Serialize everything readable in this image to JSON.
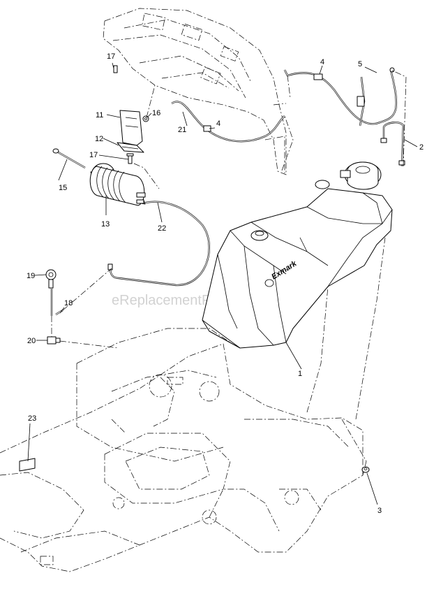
{
  "watermark": "eReplacementParts.com",
  "brand_on_tank": "Exmark",
  "callouts": {
    "c1": "1",
    "c2": "2",
    "c3": "3",
    "c4a": "4",
    "c4b": "4",
    "c5": "5",
    "c11": "11",
    "c12": "12",
    "c13": "13",
    "c15": "15",
    "c16": "16",
    "c17a": "17",
    "c17b": "17",
    "c18": "18",
    "c19": "19",
    "c20": "20",
    "c21": "21",
    "c22": "22",
    "c23": "23"
  }
}
